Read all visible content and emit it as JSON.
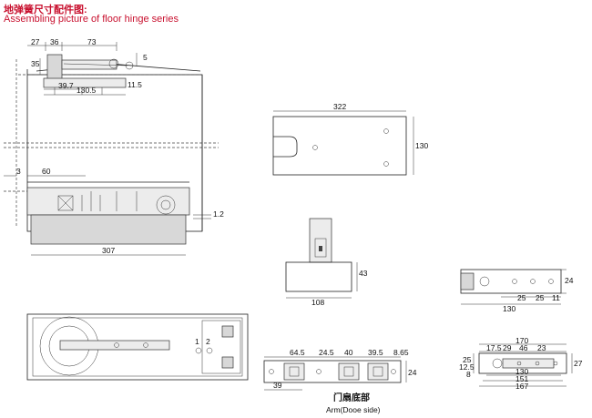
{
  "header": {
    "title_cn": "地弹簧尺寸配件图:",
    "title_en": "Assembling picture of floor hinge series"
  },
  "assembly": {
    "top_dims": [
      "27",
      "36",
      "73",
      "5",
      "35",
      "39.7",
      "130.5",
      "11.5"
    ],
    "side_dims": [
      "3",
      "60",
      "1.2",
      "307"
    ]
  },
  "top_box": {
    "width": "322",
    "height": "130"
  },
  "spindle": {
    "height": "43",
    "width": "108"
  },
  "side_plate": {
    "width": "24",
    "spacing": [
      "25",
      "25",
      "11"
    ],
    "length": "130"
  },
  "door_bottom": {
    "dims": [
      "64.5",
      "24.5",
      "40",
      "39.5",
      "8.65",
      "24",
      "39"
    ],
    "caption_cn": "门扇底部",
    "caption_en": "Arm(Dooe side)"
  },
  "arm_bottom": {
    "top_dims": [
      "170",
      "17.5",
      "29",
      "46",
      "23"
    ],
    "left_dims": [
      "25",
      "12.5",
      "8"
    ],
    "right_dim": "27",
    "bottom_dims": [
      "130",
      "151",
      "167"
    ]
  },
  "plan_numbers": [
    "1",
    "2"
  ]
}
